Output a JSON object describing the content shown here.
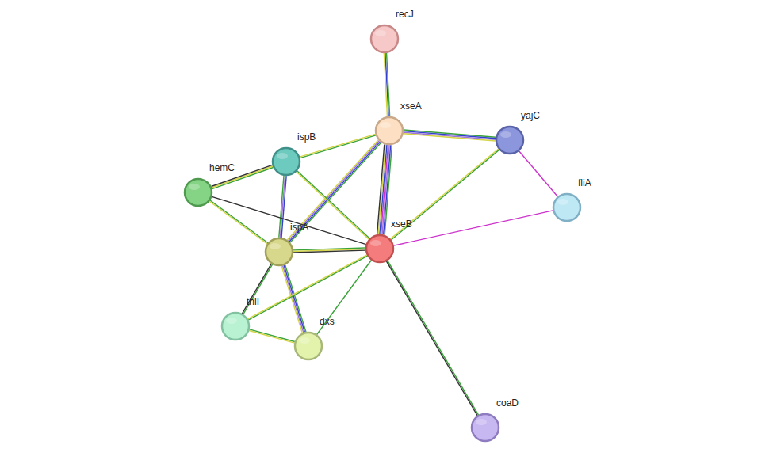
{
  "diagram": {
    "nodes": [
      {
        "text": [
          "recJ"
        ]
      },
      {
        "text": [
          "xseA"
        ]
      },
      {
        "text": [
          "yajC"
        ]
      },
      {
        "text": [
          "ispB"
        ]
      },
      {
        "text": [
          "hemC"
        ]
      },
      {
        "text": [
          "fliA"
        ]
      },
      {
        "text": [
          "ispA"
        ]
      },
      {
        "text": [
          "xseB"
        ]
      },
      {
        "text": [
          "thiI"
        ]
      },
      {
        "text": [
          "dxs"
        ]
      },
      {
        "text": [
          "coaD"
        ]
      }
    ],
    "edges": [
      {
        "from": 0,
        "to": 1,
        "arrow": "none"
      },
      {
        "from": 1,
        "to": 2,
        "arrow": "none"
      },
      {
        "from": 1,
        "to": 3,
        "arrow": "none"
      },
      {
        "from": 1,
        "to": 6,
        "arrow": "none"
      },
      {
        "from": 1,
        "to": 7,
        "arrow": "none"
      },
      {
        "from": 2,
        "to": 7,
        "arrow": "none"
      },
      {
        "from": 2,
        "to": 5,
        "arrow": "none"
      },
      {
        "from": 5,
        "to": 7,
        "arrow": "none"
      },
      {
        "from": 3,
        "to": 4,
        "arrow": "none"
      },
      {
        "from": 3,
        "to": 6,
        "arrow": "none"
      },
      {
        "from": 3,
        "to": 7,
        "arrow": "none"
      },
      {
        "from": 4,
        "to": 6,
        "arrow": "none"
      },
      {
        "from": 4,
        "to": 7,
        "arrow": "none"
      },
      {
        "from": 6,
        "to": 7,
        "arrow": "none"
      },
      {
        "from": 6,
        "to": 8,
        "arrow": "none"
      },
      {
        "from": 6,
        "to": 9,
        "arrow": "none"
      },
      {
        "from": 8,
        "to": 9,
        "arrow": "none"
      },
      {
        "from": 7,
        "to": 8,
        "arrow": "none"
      },
      {
        "from": 7,
        "to": 9,
        "arrow": "none"
      },
      {
        "from": 7,
        "to": 10,
        "arrow": "none"
      }
    ]
  }
}
